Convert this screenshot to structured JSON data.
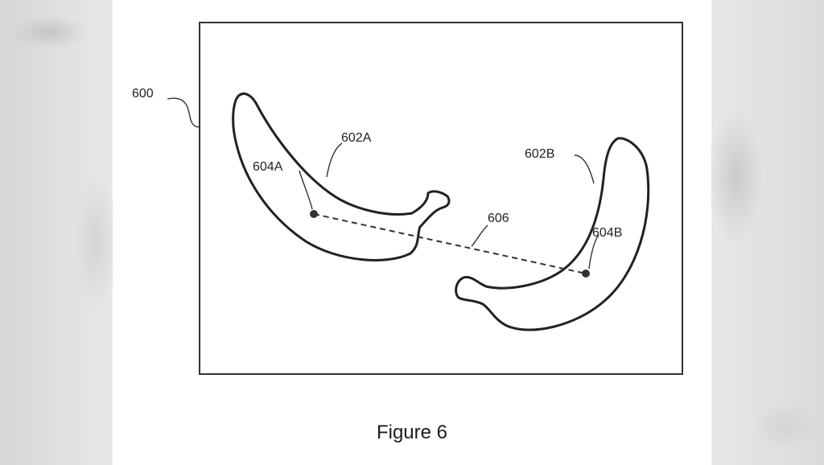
{
  "figure": {
    "caption": "Figure 6",
    "labels": {
      "frame": "600",
      "banana_a": "602A",
      "banana_b": "602B",
      "point_a": "604A",
      "point_b": "604B",
      "connector": "606"
    }
  }
}
